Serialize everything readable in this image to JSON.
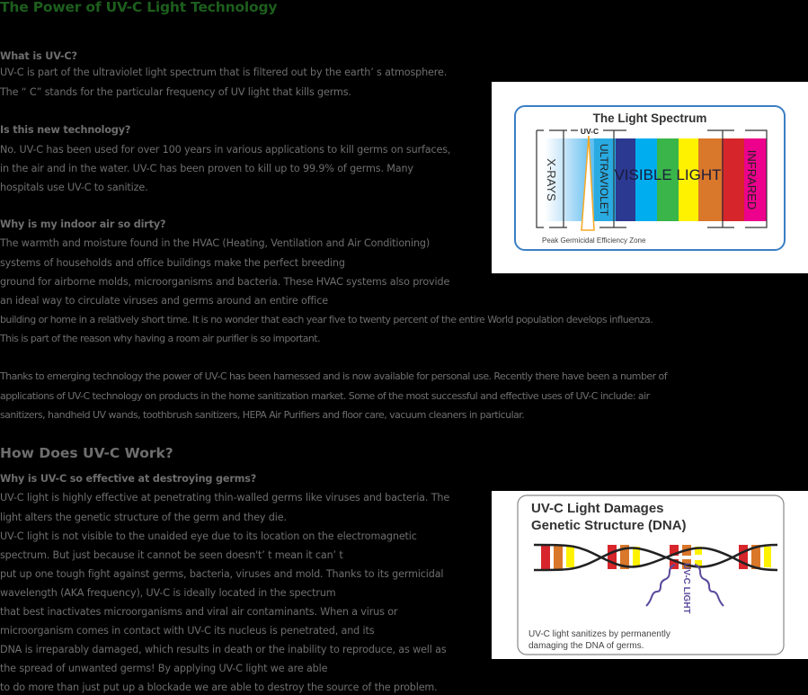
{
  "page": {
    "title": "The Power of UV-C Light Technology",
    "section1": {
      "q1": "What is UV-C?",
      "a1": [
        "UV-C is part of the ultraviolet light spectrum that is filtered out by the earth’ s atmosphere.",
        "The “ C” stands for the particular frequency of UV light that kills germs."
      ],
      "q2": "Is this new technology?",
      "a2": [
        "No. UV-C has been used for over 100 years in various applications to kill germs on surfaces,",
        "in the air and in the water. UV-C has been proven to kill up to 99.9% of germs. Many",
        "hospitals use UV-C to sanitize."
      ],
      "q3": "Why is my indoor air so dirty?",
      "a3": [
        "The warmth and moisture found in the HVAC (Heating, Ventilation and Air Conditioning)",
        "systems of households and office buildings make the perfect breeding",
        "ground for airborne molds, microorganisms and bacteria. These HVAC systems also provide",
        "an ideal way to circulate viruses and germs around an entire office",
        "building or home in a relatively short time. It is no wonder that each year five to twenty percent of the entire World population develops influenza.",
        "This is part of the reason why having a room air purifier is so important."
      ],
      "p4": [
        "Thanks to emerging technology the power of UV-C has been harnessed and is now available for personal use. Recently there have been a number of",
        "applications of UV-C technology on products in the home sanitization market. Some of the most successful and effective uses of UV-C include: air",
        "sanitizers, handheld UV wands, toothbrush sanitizers, HEPA Air Purifiers and floor care, vacuum cleaners in particular."
      ]
    },
    "section2": {
      "heading": "How Does UV-C Work?",
      "q1": "Why is UV-C so effective at destroying germs?",
      "a1": [
        "UV-C light is highly effective at penetrating thin-walled germs like viruses and bacteria. The",
        "light alters the genetic structure of the germ and they die.",
        "UV-C light is not visible to the unaided eye due to its location on the electromagnetic",
        "spectrum. But just because it cannot be seen doesn't’ t mean it can’ t",
        "put up one tough fight against germs, bacteria, viruses and mold. Thanks to its germicidal",
        "wavelength (AKA frequency), UV-C is ideally located in the spectrum",
        " that best inactivates microorganisms and viral air contaminants. When a virus or",
        "microorganism comes in contact with UV-C its nucleus is penetrated, and its",
        "DNA is irreparably damaged, which results in death or the inability to reproduce, as well as",
        "the spread of unwanted germs! By applying UV-C light we are able",
        "to do more than just put up a blockade we are able to destroy the source of the problem."
      ]
    }
  },
  "spectrum_figure": {
    "title": "The Light Spectrum",
    "uvc_label": "UV-C",
    "xrays": "X-RAYS",
    "ultraviolet": "ULTRAVIOLET",
    "visible": "VISIBLE LIGHT",
    "infrared": "INFRARED",
    "caption": "Peak Germicidal Efficiency Zone",
    "colors": {
      "border": "#3a7fc4",
      "xray_fade": "#d6ecfa",
      "uv_light": "#8fcff3",
      "uv": "#29abe2",
      "violet": "#2b3990",
      "blue": "#00aeef",
      "green": "#39b54a",
      "yellow": "#fff200",
      "orange": "#d9772a",
      "red": "#d7262b",
      "magenta": "#ec008c",
      "peak_zone": "#f7a823"
    }
  },
  "dna_figure": {
    "title_line1": "UV-C Light Damages",
    "title_line2": "Genetic Structure (DNA)",
    "uvc_light": "UV-C LIGHT",
    "caption_line1": "UV-C light sanitizes by permanently",
    "caption_line2": "damaging the DNA of germs.",
    "colors": {
      "border": "#888888",
      "red": "#d7262b",
      "orange": "#d9772a",
      "yellow": "#fff200",
      "wave": "#5b4a9c",
      "strand": "#222222"
    }
  }
}
